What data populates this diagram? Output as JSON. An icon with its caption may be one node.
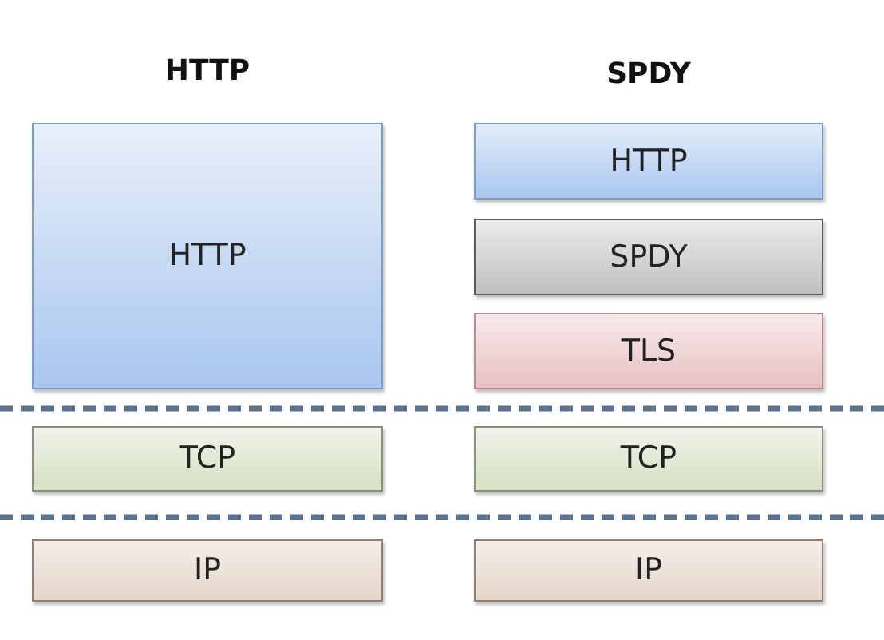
{
  "diagram": {
    "nodes": [
      {
        "text": [
          "HTTP"
        ]
      },
      {
        "text": [
          "HTTP"
        ]
      },
      {
        "text": [
          "SPDY"
        ]
      },
      {
        "text": [
          "TLS"
        ]
      },
      {
        "text": [
          "TCP"
        ]
      },
      {
        "text": [
          "TCP"
        ]
      },
      {
        "text": [
          "IP"
        ]
      },
      {
        "text": [
          "IP"
        ]
      }
    ],
    "labels": [
      "HTTP",
      "SPDY"
    ]
  }
}
